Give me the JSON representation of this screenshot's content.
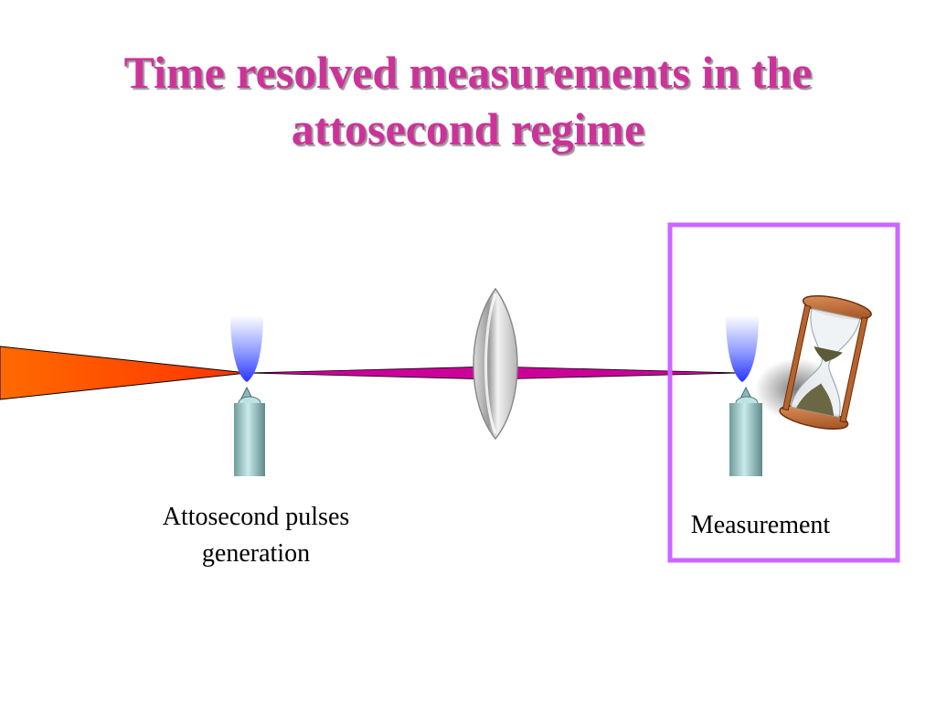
{
  "slide": {
    "title_line1": "Time resolved measurements in the",
    "title_line2": "attosecond regime"
  },
  "captions": {
    "generation_line1": "Attosecond pulses",
    "generation_line2": "generation",
    "measurement": "Measurement"
  },
  "colors": {
    "title": "#cc3399",
    "laser_beam": "#ff6600",
    "attosecond_beam": "#cc0099",
    "gas_jet": "#3b4cff",
    "nozzle": "#9fc9c9",
    "highlight_box": "#cc66ff"
  },
  "icons": [
    "laser-beam",
    "gas-jet",
    "nozzle",
    "focusing-lens",
    "hourglass-icon"
  ]
}
